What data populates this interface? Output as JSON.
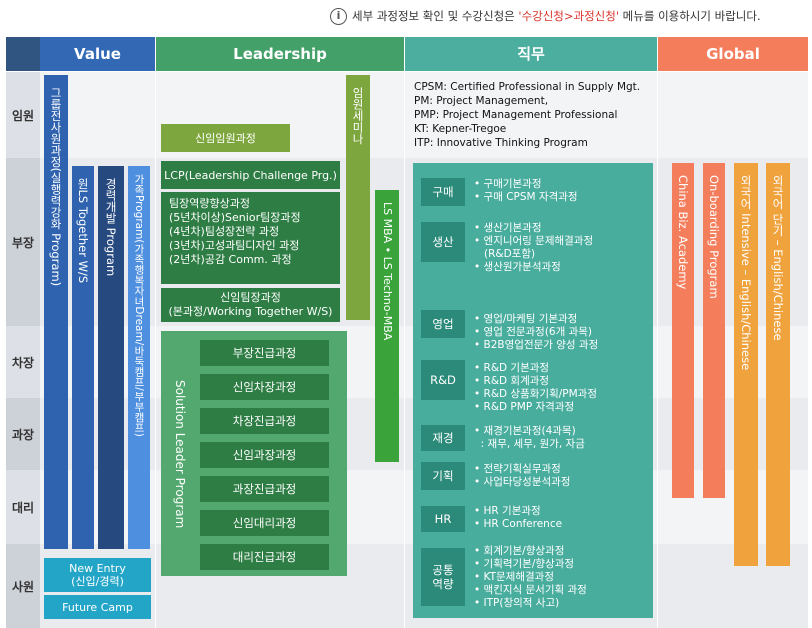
{
  "notice": {
    "before": "세부 과정정보 확인 및 수강신청은 ",
    "highlight": "'수강신청>과정신청'",
    "after": " 메뉴를 이용하시기 바랍니다."
  },
  "headers": {
    "value": "Value",
    "leadership": "Leadership",
    "jikmu": "직무",
    "global": "Global"
  },
  "ranks": [
    "임원",
    "부장",
    "차장",
    "과장",
    "대리",
    "사원"
  ],
  "value": {
    "bar1": "그룹전사원과정(실행력강화 Program)",
    "bar2": "원LS Together W/S",
    "bar3": "경력개발 Program",
    "bar4": "가족Program(가족행복자녀Dream/바둑캠프/부부캠프)",
    "new_entry_1": "New Entry",
    "new_entry_2": "(신입/경력)",
    "future_camp": "Future Camp"
  },
  "leadership": {
    "new_exec": "신임임원과정",
    "exec_seminar": "임원세미나",
    "ls_mba": "LS MBA • LS Techno-MBA",
    "lcp": "LCP(Leadership Challenge Prg.)",
    "team_boost": "팀장역량향상과정",
    "team_l1": "(5년차이상)Senior팀장과정",
    "team_l2": "(4년차)팀성장전략 과정",
    "team_l3": "(3년차)고성과팀디자인 과정",
    "team_l4": "(2년차)공감 Comm. 과정",
    "new_team_1": "신임팀장과정",
    "new_team_2": "(본과정/Working Together W/S)",
    "solution": "Solution Leader Program",
    "courses": [
      "부장진급과정",
      "신임차장과정",
      "차장진급과정",
      "신임과장과정",
      "과장진급과정",
      "신임대리과정",
      "대리진급과정"
    ]
  },
  "jikmu": {
    "legend": [
      "CPSM: Certified Professional in Supply Mgt.",
      "PM: Project Management,",
      "PMP: Project Management Professional",
      "KT: Kepner-Tregoe",
      "ITP: Innovative Thinking Program"
    ],
    "rows": [
      {
        "label": "구매",
        "items": "• 구매기본과정\n• 구매 CPSM 자격과정"
      },
      {
        "label": "생산",
        "items": "• 생산기본과정\n• 엔지니어링 문제해결과정\n   (R&D포함)\n• 생산원가분석과정"
      },
      {
        "label": "영업",
        "items": "• 영업/마케팅 기본과정\n• 영업 전문과정(6개 과목)\n• B2B영업전문가 양성 과정"
      },
      {
        "label": "R&D",
        "items": "• R&D 기본과정\n• R&D 회계과정\n• R&D 상품화기획/PM과정\n• R&D PMP 자격과정"
      },
      {
        "label": "재경",
        "items": "• 재경기본과정(4과목)\n  : 재무, 세무, 원가, 자금"
      },
      {
        "label": "기획",
        "items": "• 전략기획실무과정\n• 사업타당성분석과정"
      },
      {
        "label": "HR",
        "items": "• HR 기본과정\n• HR Conference"
      },
      {
        "label": "공통\n역량",
        "items": "• 회계기본/향상과정\n• 기획력기본/향상과정\n• KT문제해결과정\n• 맥킨지식 문서기획 과정\n• ITP(창의적 사고)"
      }
    ]
  },
  "global": {
    "bars": [
      "China Biz. Academy",
      "On-boarding Program",
      "외국어 Intensive – English/Chinese",
      "외국어 단기 – English/Chinese"
    ]
  },
  "colors": {
    "value": "#2f63b0",
    "leadership": "#3f9a62",
    "jikmu": "#45a99b",
    "global": "#f57d5a",
    "header_dark": "#355f91"
  }
}
